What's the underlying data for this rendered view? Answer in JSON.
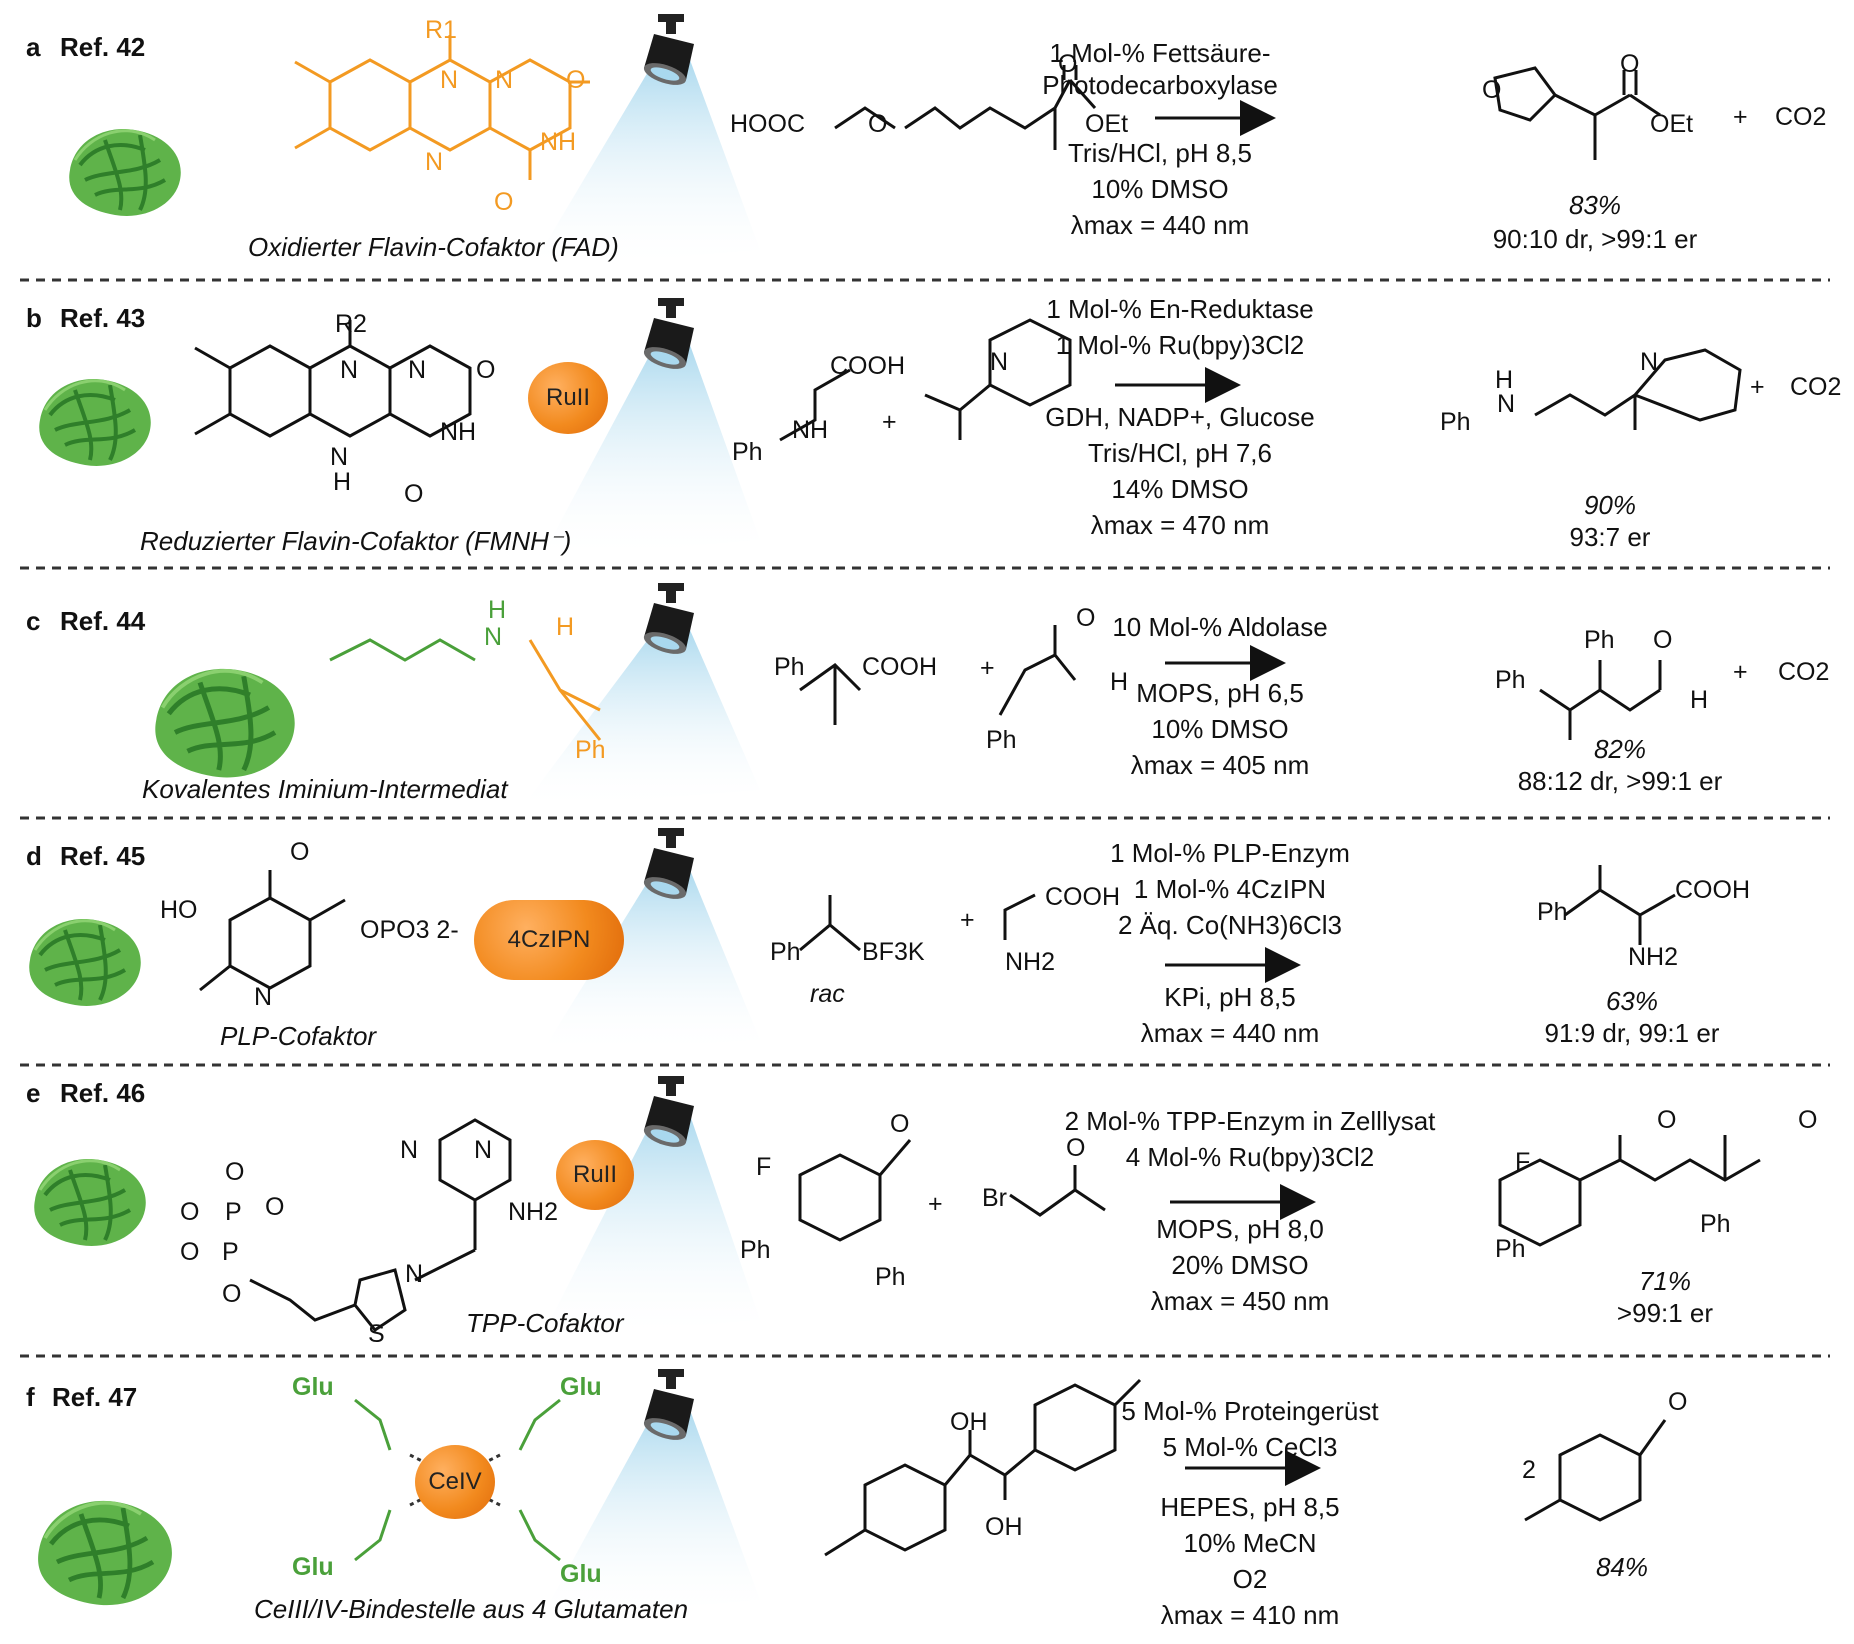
{
  "panels": [
    {
      "letter": "a",
      "ref": "Ref. 42",
      "cofactor_caption": "Oxidierter Flavin-Cofaktor (FAD)",
      "conditions_above": [
        "1 Mol-% Fettsäure-",
        "Photodecarboxylase"
      ],
      "conditions_below": [
        "Tris/HCl, pH 8,5",
        "10% DMSO",
        "λmax = 440 nm"
      ],
      "yield": "83%",
      "selectivity": "90:10 dr, >99:1 er",
      "substrate_labels": [
        "HOOC",
        "O",
        "O",
        "OEt"
      ],
      "product_labels": [
        "O",
        "O",
        "OEt",
        "+",
        "CO2"
      ],
      "cofactor_labels": [
        "R1",
        "N",
        "N",
        "O",
        "NH",
        "N",
        "O"
      ]
    },
    {
      "letter": "b",
      "ref": "Ref. 43",
      "cofactor_caption": "Reduzierter Flavin-Cofaktor (FMNH⁻)",
      "photocatalyst": "RuII",
      "conditions_above": [
        "1 Mol-%  En-Reduktase",
        "1 Mol-% Ru(bpy)3Cl2"
      ],
      "conditions_below": [
        "GDH, NADP+, Glucose",
        "Tris/HCl, pH 7,6",
        "14% DMSO",
        "λmax = 470 nm"
      ],
      "yield": "90%",
      "selectivity": "93:7 er",
      "substrate_labels": [
        "COOH",
        "Ph",
        "NH",
        "+",
        "N"
      ],
      "product_labels": [
        "H",
        "Ph",
        "N",
        "N",
        "+",
        "CO2"
      ],
      "cofactor_labels": [
        "R2",
        "N",
        "N",
        "O",
        "NH",
        "N",
        "H",
        "O"
      ]
    },
    {
      "letter": "c",
      "ref": "Ref. 44",
      "cofactor_caption": "Kovalentes Iminium-Intermediat",
      "conditions_above": [
        "10 Mol-% Aldolase"
      ],
      "conditions_below": [
        "MOPS, pH 6,5",
        "10% DMSO",
        "λmax = 405 nm"
      ],
      "yield": "82%",
      "selectivity": "88:12 dr, >99:1 er",
      "substrate_labels": [
        "Ph",
        "COOH",
        "+",
        "O",
        "H",
        "Ph"
      ],
      "product_labels": [
        "Ph",
        "Ph",
        "O",
        "H",
        "+",
        "CO2"
      ],
      "cofactor_labels": [
        "H",
        "N",
        "H",
        "Ph"
      ]
    },
    {
      "letter": "d",
      "ref": "Ref. 45",
      "cofactor_caption": "PLP-Cofaktor",
      "photocatalyst": "4CzIPN",
      "conditions_above": [
        "1 Mol-% PLP-Enzym",
        "1 Mol-% 4CzIPN",
        "2 Äq. Co(NH3)6Cl3"
      ],
      "conditions_below": [
        "KPi, pH 8,5",
        "λmax = 440 nm"
      ],
      "yield": "63%",
      "selectivity": "91:9 dr, 99:1 er",
      "substrate_labels": [
        "Ph",
        "BF3K",
        "rac",
        "+",
        "COOH",
        "NH2"
      ],
      "product_labels": [
        "Ph",
        "COOH",
        "NH2"
      ],
      "cofactor_labels": [
        "O",
        "HO",
        "OPO3 2-",
        "N"
      ]
    },
    {
      "letter": "e",
      "ref": "Ref. 46",
      "cofactor_caption": "TPP-Cofaktor",
      "photocatalyst": "RuII",
      "conditions_above": [
        "2 Mol-% TPP-Enzym in Zelllysat",
        "4 Mol-% Ru(bpy)3Cl2"
      ],
      "conditions_below": [
        "MOPS, pH 8,0",
        "20% DMSO",
        "λmax = 450 nm"
      ],
      "yield": "71%",
      "selectivity": ">99:1 er",
      "substrate_labels": [
        "F",
        "O",
        "Ph",
        "+",
        "Br",
        "O",
        "Ph"
      ],
      "product_labels": [
        "O",
        "O",
        "F",
        "Ph",
        "Ph"
      ],
      "cofactor_labels": [
        "N",
        "N",
        "NH2",
        "N",
        "S",
        "O",
        "P",
        "O",
        "O",
        "P",
        "O",
        "O"
      ]
    },
    {
      "letter": "f",
      "ref": "Ref. 47",
      "cofactor_caption": "CeIII/IV-Bindestelle aus 4 Glutamaten",
      "photocatalyst": "CeIV",
      "conditions_above": [
        "5 Mol-% Proteingerüst",
        "5 Mol-%  CeCl3"
      ],
      "conditions_below": [
        "HEPES, pH 8,5",
        "10% MeCN",
        "O2",
        "λmax = 410 nm"
      ],
      "yield": "84%",
      "selectivity": "",
      "substrate_labels": [
        "OH",
        "OH"
      ],
      "product_labels": [
        "2",
        "O"
      ],
      "cofactor_labels": [
        "Glu",
        "Glu",
        "Glu",
        "Glu"
      ]
    }
  ],
  "colors": {
    "cofactor": "#f39a22",
    "protein": "#4aa03a",
    "light": "#bfe3f2"
  },
  "icons": [
    "protein-structure-icon",
    "lamp-icon"
  ]
}
